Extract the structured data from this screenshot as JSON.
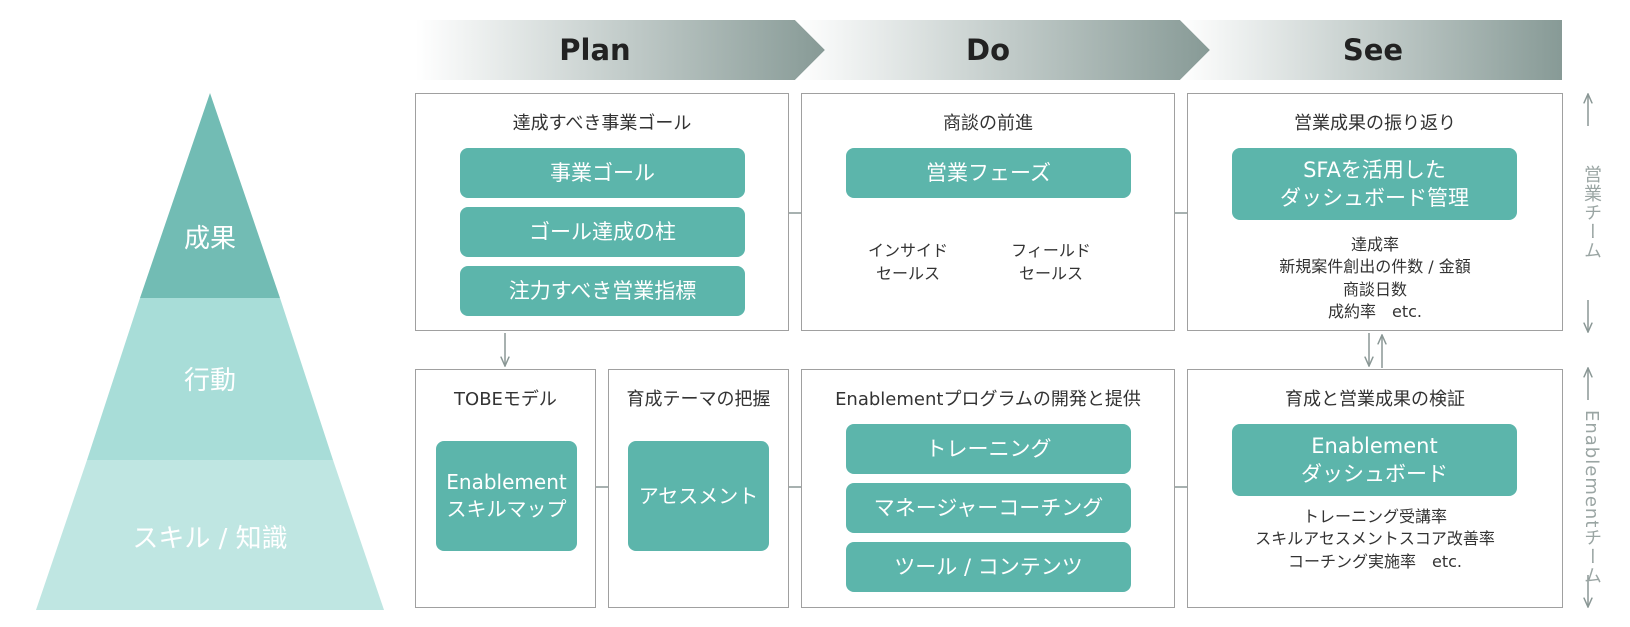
{
  "pyramid": {
    "levels": [
      {
        "label": "成果",
        "color": "#72bcb4"
      },
      {
        "label": "行動",
        "color": "#a8ddd8"
      },
      {
        "label": "スキル / 知識",
        "color": "#bfe6e2"
      }
    ]
  },
  "phases": [
    "Plan",
    "Do",
    "See"
  ],
  "top": {
    "plan": {
      "title": "達成すべき事業ゴール",
      "items": [
        "事業ゴール",
        "ゴール達成の柱",
        "注力すべき営業指標"
      ]
    },
    "do": {
      "title": "商談の前進",
      "main": "営業フェーズ",
      "sub": [
        "インサイド\nセールス",
        "フィールド\nセールス"
      ]
    },
    "see": {
      "title": "営業成果の振り返り",
      "main": "SFAを活用した\nダッシュボード管理",
      "metrics": [
        "達成率",
        "新規案件創出の件数 / 金額",
        "商談日数",
        "成約率　etc."
      ]
    }
  },
  "bottom": {
    "tobe": {
      "title": "TOBEモデル",
      "item": "Enablement\nスキルマップ"
    },
    "theme": {
      "title": "育成テーマの把握",
      "item": "アセスメント"
    },
    "do": {
      "title": "Enablementプログラムの開発と提供",
      "items": [
        "トレーニング",
        "マネージャーコーチング",
        "ツール / コンテンツ"
      ]
    },
    "see": {
      "title": "育成と営業成果の検証",
      "main": "Enablement\nダッシュボード",
      "metrics": [
        "トレーニング受講率",
        "スキルアセスメントスコア改善率",
        "コーチング実施率　etc."
      ]
    }
  },
  "side": {
    "sales_team": "営業チーム",
    "enablement_team": "Enablementチーム"
  },
  "colors": {
    "accent": "#5cb5ab",
    "light": "#d9f2ef",
    "border": "#a0a0a0",
    "arrow": "#8a9795"
  }
}
